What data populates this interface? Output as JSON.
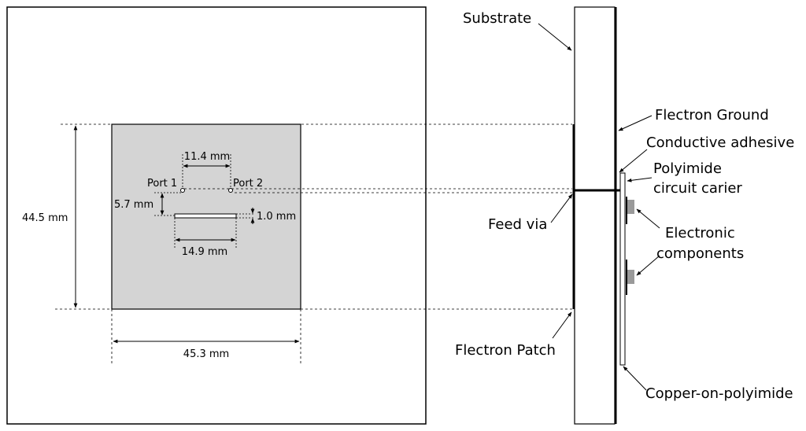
{
  "top_view": {
    "dimensions": {
      "port_spacing": "11.4 mm",
      "port_1": "Port 1",
      "port_2": "Port 2",
      "slot_offset": "5.7 mm",
      "slot_width": "1.0 mm",
      "slot_length": "14.9 mm",
      "patch_height": "44.5 mm",
      "patch_width": "45.3 mm"
    },
    "colors": {
      "patch_fill": "#d4d4d4",
      "slot_fill": "#ffffff",
      "line": "#000000"
    }
  },
  "side_view": {
    "labels": {
      "substrate": "Substrate",
      "flectron_ground": "Flectron Ground",
      "conductive_adhesive": "Conductive adhesive",
      "polyimide_line1": "Polyimide",
      "polyimide_line2": "circuit carier",
      "feed_via": "Feed via",
      "electronic_line1": "Electronic",
      "electronic_line2": "components",
      "flectron_patch": "Flectron Patch",
      "copper_on_polyimide": "Copper-on-polyimide"
    },
    "colors": {
      "component_fill": "#9a9a9a",
      "substrate_fill": "#ffffff"
    }
  }
}
